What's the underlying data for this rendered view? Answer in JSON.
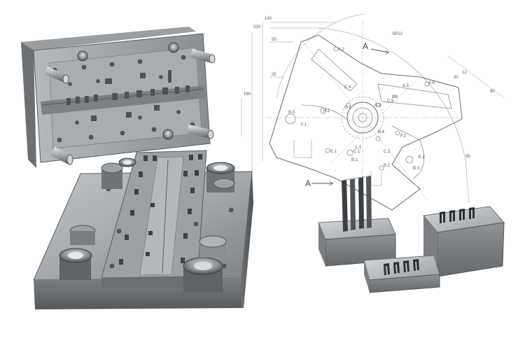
{
  "drawing": {
    "section_label_top": "A",
    "section_label_bottom": "A",
    "point_labels": [
      "A.2",
      "A.5",
      "A.6",
      "B.1",
      "B.2",
      "B.3",
      "B.4",
      "B.5",
      "C.1",
      "C.2",
      "C.4",
      "C.5",
      "E.1",
      "E.2",
      "F.1",
      "F.2",
      "G.1",
      "G.3",
      "H.1",
      "L.1"
    ],
    "dim_labels": [
      "130",
      "200",
      "160",
      "55",
      "25",
      "80",
      "95",
      "20",
      "Ø8",
      "12",
      "SR12"
    ]
  },
  "colors": {
    "background": "#ffffff",
    "steel_dark": "#5f6366",
    "steel_mid": "#8d9194",
    "steel_light": "#c9cccf",
    "line": "#7a7a7a"
  }
}
